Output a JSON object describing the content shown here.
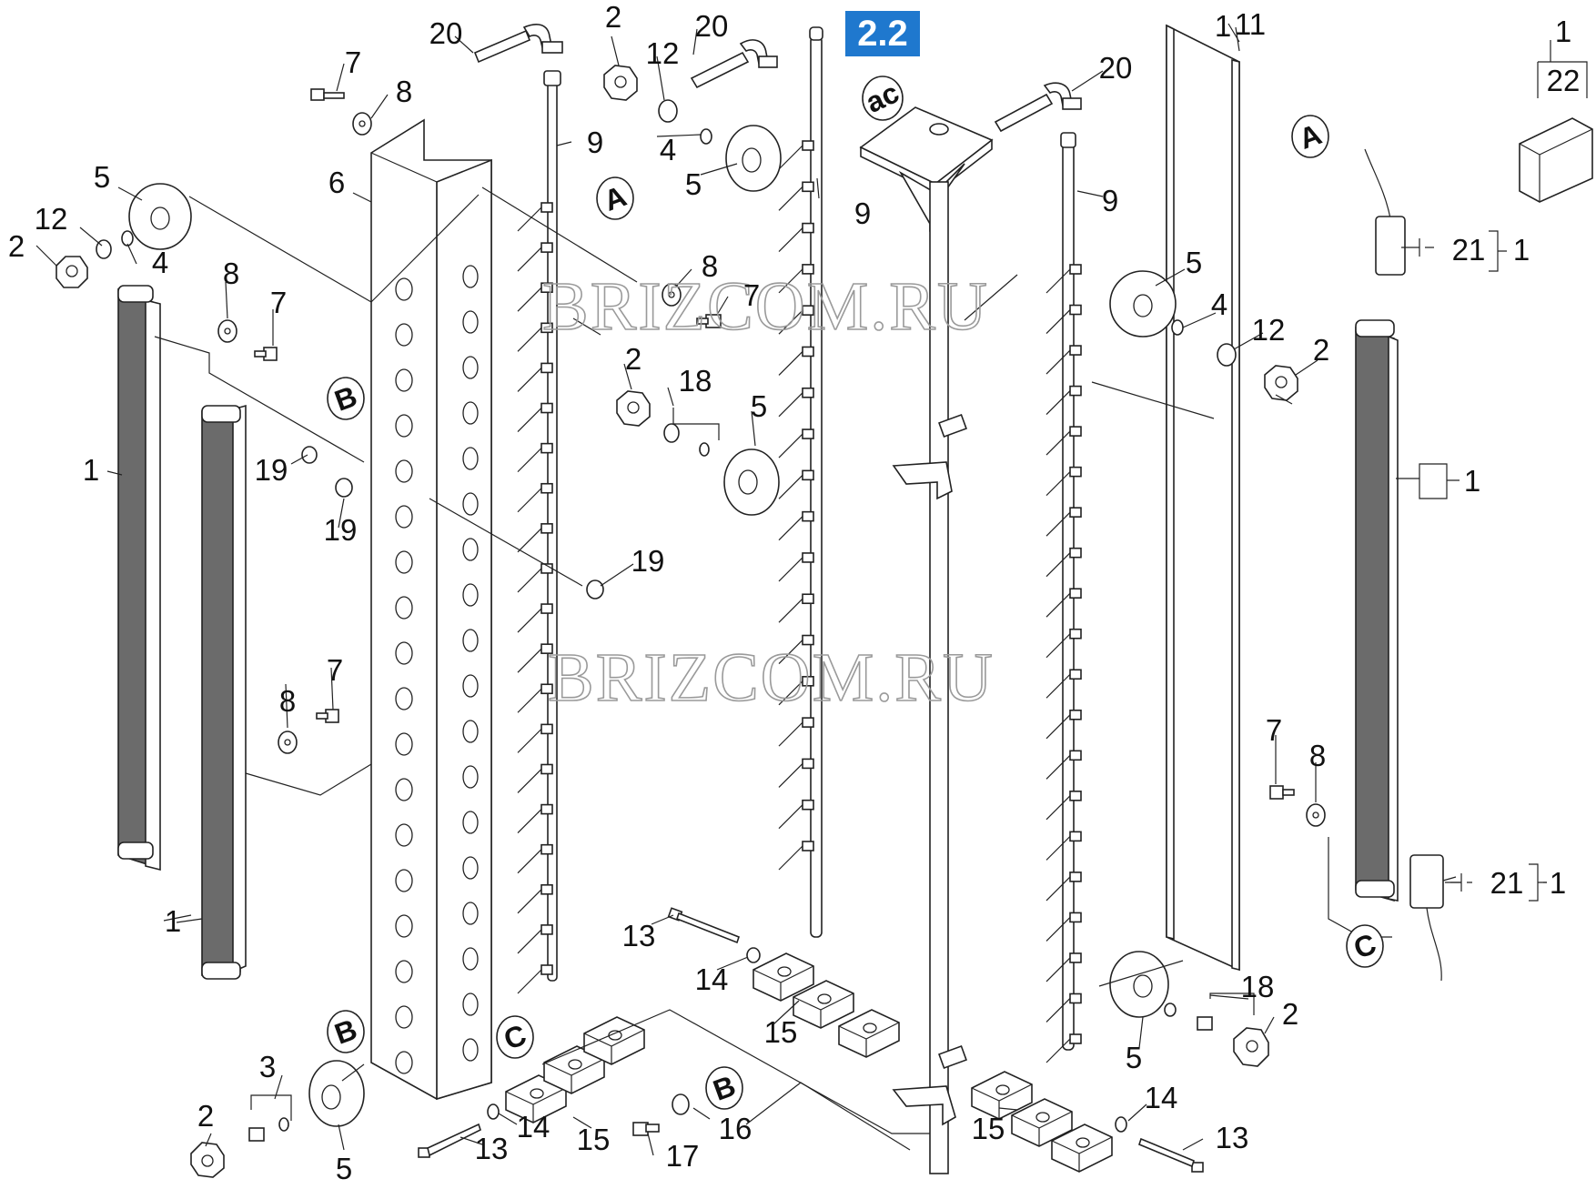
{
  "section_badge": "2.2",
  "badge_color": "#1f78ce",
  "watermark": "BRIZCOM.RU",
  "top_symbol": "ac",
  "callouts": [
    {
      "key": "c1",
      "text": "20"
    },
    {
      "key": "c2",
      "text": "2"
    },
    {
      "key": "c3",
      "text": "20"
    },
    {
      "key": "c4",
      "text": "12"
    },
    {
      "key": "c5",
      "text": "7"
    },
    {
      "key": "c6",
      "text": "8"
    },
    {
      "key": "c7",
      "text": "9"
    },
    {
      "key": "c8",
      "text": "4"
    },
    {
      "key": "c9",
      "text": "5"
    },
    {
      "key": "c10",
      "text": "9"
    },
    {
      "key": "c11",
      "text": "6"
    },
    {
      "key": "c12",
      "text": "5"
    },
    {
      "key": "c13",
      "text": "12"
    },
    {
      "key": "c14",
      "text": "2"
    },
    {
      "key": "c15",
      "text": "4"
    },
    {
      "key": "c16",
      "text": "8"
    },
    {
      "key": "c17",
      "text": "7"
    },
    {
      "key": "c18",
      "text": "8"
    },
    {
      "key": "c19",
      "text": "7"
    },
    {
      "key": "c20",
      "text": "2"
    },
    {
      "key": "c21",
      "text": "18"
    },
    {
      "key": "c22",
      "text": "5"
    },
    {
      "key": "c23",
      "text": "19"
    },
    {
      "key": "c24",
      "text": "19"
    },
    {
      "key": "c25",
      "text": "19"
    },
    {
      "key": "c26",
      "text": "1"
    },
    {
      "key": "c27",
      "text": "1"
    },
    {
      "key": "c28",
      "text": "8"
    },
    {
      "key": "c29",
      "text": "7"
    },
    {
      "key": "c30",
      "text": "11"
    },
    {
      "key": "c31",
      "text": "20"
    },
    {
      "key": "c32",
      "text": "9"
    },
    {
      "key": "c33",
      "text": "5"
    },
    {
      "key": "c34",
      "text": "4"
    },
    {
      "key": "c35",
      "text": "12"
    },
    {
      "key": "c36",
      "text": "2"
    },
    {
      "key": "c37",
      "text": "1"
    },
    {
      "key": "c38",
      "text": "22"
    },
    {
      "key": "c39",
      "text": "21"
    },
    {
      "key": "c40",
      "text": "1"
    },
    {
      "key": "c41",
      "text": "1"
    },
    {
      "key": "c42",
      "text": "7"
    },
    {
      "key": "c43",
      "text": "8"
    },
    {
      "key": "c44",
      "text": "21"
    },
    {
      "key": "c45",
      "text": "1"
    },
    {
      "key": "c46",
      "text": "13"
    },
    {
      "key": "c47",
      "text": "14"
    },
    {
      "key": "c48",
      "text": "15"
    },
    {
      "key": "c49",
      "text": "18"
    },
    {
      "key": "c50",
      "text": "2"
    },
    {
      "key": "c51",
      "text": "5"
    },
    {
      "key": "c52",
      "text": "3"
    },
    {
      "key": "c53",
      "text": "2"
    },
    {
      "key": "c54",
      "text": "5"
    },
    {
      "key": "c55",
      "text": "13"
    },
    {
      "key": "c56",
      "text": "14"
    },
    {
      "key": "c57",
      "text": "15"
    },
    {
      "key": "c58",
      "text": "17"
    },
    {
      "key": "c59",
      "text": "16"
    },
    {
      "key": "c60",
      "text": "15"
    },
    {
      "key": "c61",
      "text": "14"
    },
    {
      "key": "c62",
      "text": "13"
    },
    {
      "key": "c63",
      "text": "1"
    }
  ],
  "reference_letters": [
    {
      "key": "A1",
      "text": "A"
    },
    {
      "key": "A2",
      "text": "A"
    },
    {
      "key": "B1",
      "text": "B"
    },
    {
      "key": "B2",
      "text": "B"
    },
    {
      "key": "B3",
      "text": "B"
    },
    {
      "key": "C1",
      "text": "C"
    },
    {
      "key": "C2",
      "text": "C"
    }
  ]
}
